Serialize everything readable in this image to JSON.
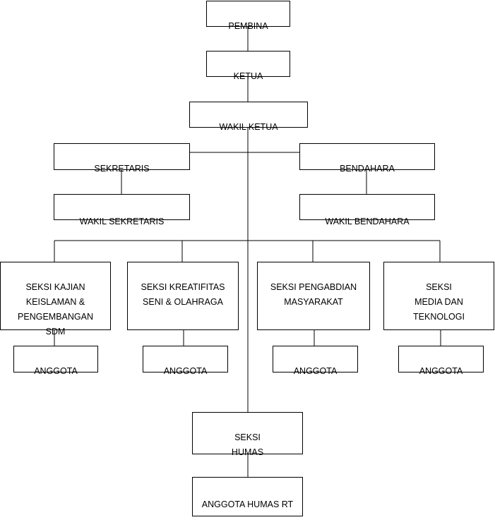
{
  "org_chart": {
    "pembina": "PEMBINA",
    "ketua": "KETUA",
    "wakil_ketua": "WAKIL KETUA",
    "sekretaris": "SEKRETARIS",
    "bendahara": "BENDAHARA",
    "wakil_sekretaris": "WAKIL SEKRETARIS",
    "wakil_bendahara": "WAKIL BENDAHARA",
    "sections": [
      {
        "title": "SEKSI KAJIAN\nKEISLAMAN &\nPENGEMBANGAN\nSDM",
        "member": "ANGGOTA"
      },
      {
        "title": "SEKSI KREATIFITAS\nSENI & OLAHRAGA",
        "member": "ANGGOTA"
      },
      {
        "title": "SEKSI PENGABDIAN\nMASYARAKAT",
        "member": "ANGGOTA"
      },
      {
        "title": "SEKSI\nMEDIA DAN\nTEKNOLOGI",
        "member": "ANGGOTA"
      }
    ],
    "humas": {
      "title": "SEKSI\nHUMAS",
      "member": "ANGGOTA HUMAS RT"
    }
  },
  "colors": {
    "line": "#000000",
    "box_border": "#000000",
    "background": "#ffffff"
  }
}
